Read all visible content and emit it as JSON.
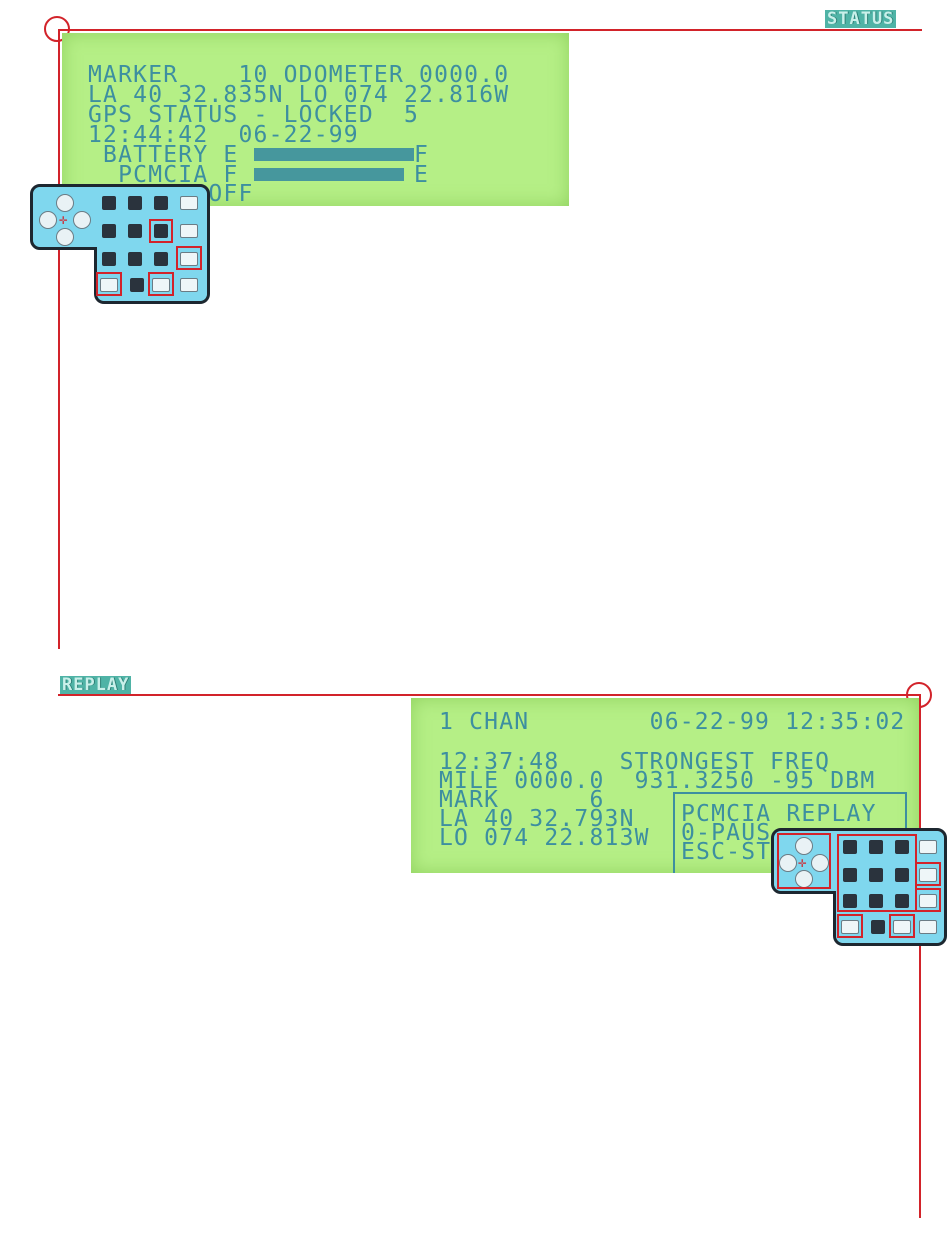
{
  "status_section": {
    "tag": "STATUS",
    "lcd_lines": [
      "MARKER    10 ODOMETER 0000.0",
      "LA 40 32.835N LO 074 22.816W",
      "GPS STATUS - LOCKED  5",
      "12:44:42  06-22-99",
      " BATTERY E",
      "  PCMCIA F",
      "      D OFF"
    ],
    "battery_end": "F",
    "pcmcia_end": "E",
    "battery_level": 1.0,
    "pcmcia_level": 0.94
  },
  "replay_section": {
    "tag": "REPLAY",
    "lcd_lines": [
      "1 CHAN        06-22-99 12:35:02",
      "",
      "12:37:48    STRONGEST FREQ",
      "MILE 0000.0  931.3250 -95 DBM",
      "MARK      6",
      "LA 40 32.793N",
      "LO 074 22.813W"
    ],
    "box_lines": [
      "PCMCIA REPLAY",
      "0-PAUS",
      "ESC-ST"
    ]
  },
  "colors": {
    "accent_red": "#d2232a",
    "lcd_bg": "#b5ef86",
    "lcd_text": "#3d8fa0",
    "keypad_body": "#7fd7ee"
  }
}
